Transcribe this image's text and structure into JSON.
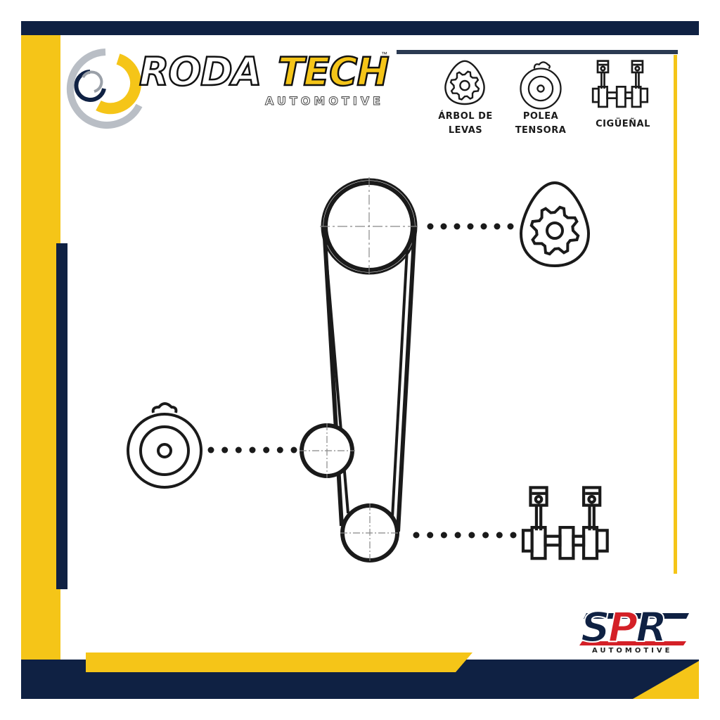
{
  "brand": {
    "name_part1": "RODA",
    "name_part2": "TECH",
    "trademark": "™",
    "subtitle": "AUTOMOTIVE"
  },
  "legend": [
    {
      "icon": "camshaft-icon",
      "label_line1": "ÁRBOL DE",
      "label_line2": "LEVAS"
    },
    {
      "icon": "tensioner-pulley-icon",
      "label_line1": "POLEA",
      "label_line2": "TENSORA"
    },
    {
      "icon": "crankshaft-icon",
      "label_line1": "CIGÜEÑAL",
      "label_line2": ""
    }
  ],
  "partner": {
    "name": "SPR",
    "subtitle": "AUTOMOTIVE"
  },
  "colors": {
    "navy": "#0f2143",
    "yellow": "#f5c518",
    "line": "#1a1a1a",
    "spr_red": "#d42027"
  }
}
